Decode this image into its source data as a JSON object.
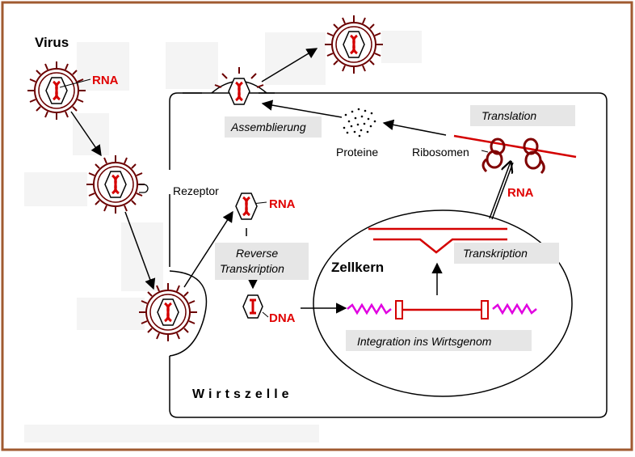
{
  "labels": {
    "virus": "Virus",
    "rna_top": "RNA",
    "rezeptor": "Rezeptor",
    "assemblierung": "Assemblierung",
    "proteine": "Proteine",
    "ribosomen": "Ribosomen",
    "translation": "Translation",
    "rna_ribosome": "RNA",
    "rna_mid": "RNA",
    "reverse_transkription_1": "Reverse",
    "reverse_transkription_2": "Transkription",
    "dna": "DNA",
    "zellkern": "Zellkern",
    "transkription": "Transkription",
    "integration": "Integration ins Wirtsgenom",
    "wirtszelle": "Wirtszelle"
  },
  "colors": {
    "frame": "#a05a30",
    "virus_red": "#d40000",
    "label_box": "#e6e6e6",
    "blank_box": "#f4f4f4",
    "dna_wave": "#e000e0",
    "text_red": "#e00000"
  }
}
